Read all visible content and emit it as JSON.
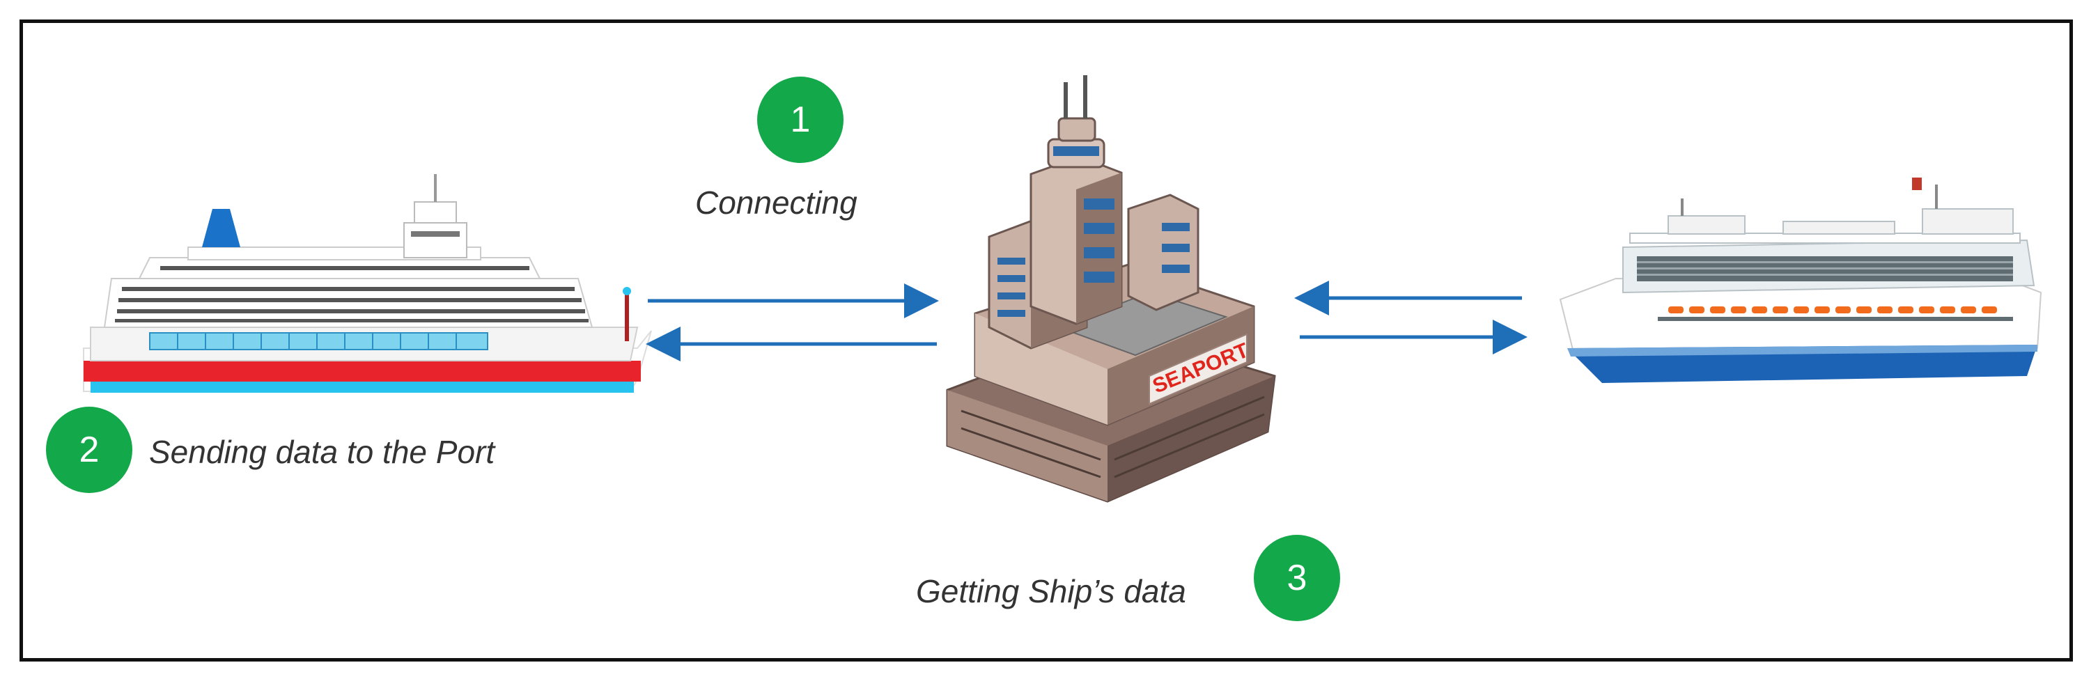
{
  "steps": [
    {
      "number": "1",
      "label": "Connecting"
    },
    {
      "number": "2",
      "label": "Sending data to the Port"
    },
    {
      "number": "3",
      "label": "Getting Ship’s data"
    }
  ],
  "port": {
    "sign": "SEAPORT"
  },
  "colors": {
    "badge": "#13a84a",
    "arrow": "#1f6fb8",
    "left_ship_hull_red": "#e8232b",
    "left_ship_waterline": "#29c3ef",
    "right_ship_hull_blue": "#1d63b5",
    "port_sign": "#e0251d"
  },
  "icons": {
    "left": "cruise-ship-icon",
    "center": "seaport-building-icon",
    "right": "cruise-ship-icon"
  }
}
